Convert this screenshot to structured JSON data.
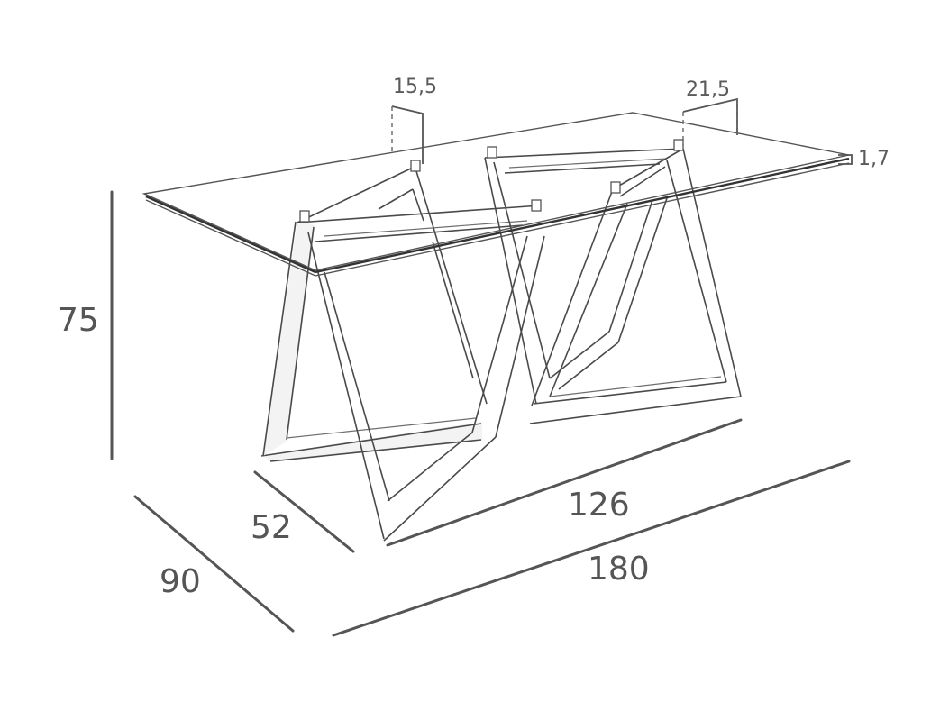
{
  "dimensions": {
    "height": "75",
    "depth_inner": "52",
    "depth_outer": "90",
    "width_inner": "126",
    "width_outer": "180",
    "leg_top_a": "15,5",
    "leg_top_b": "21,5",
    "glass_thickness": "1,7"
  }
}
